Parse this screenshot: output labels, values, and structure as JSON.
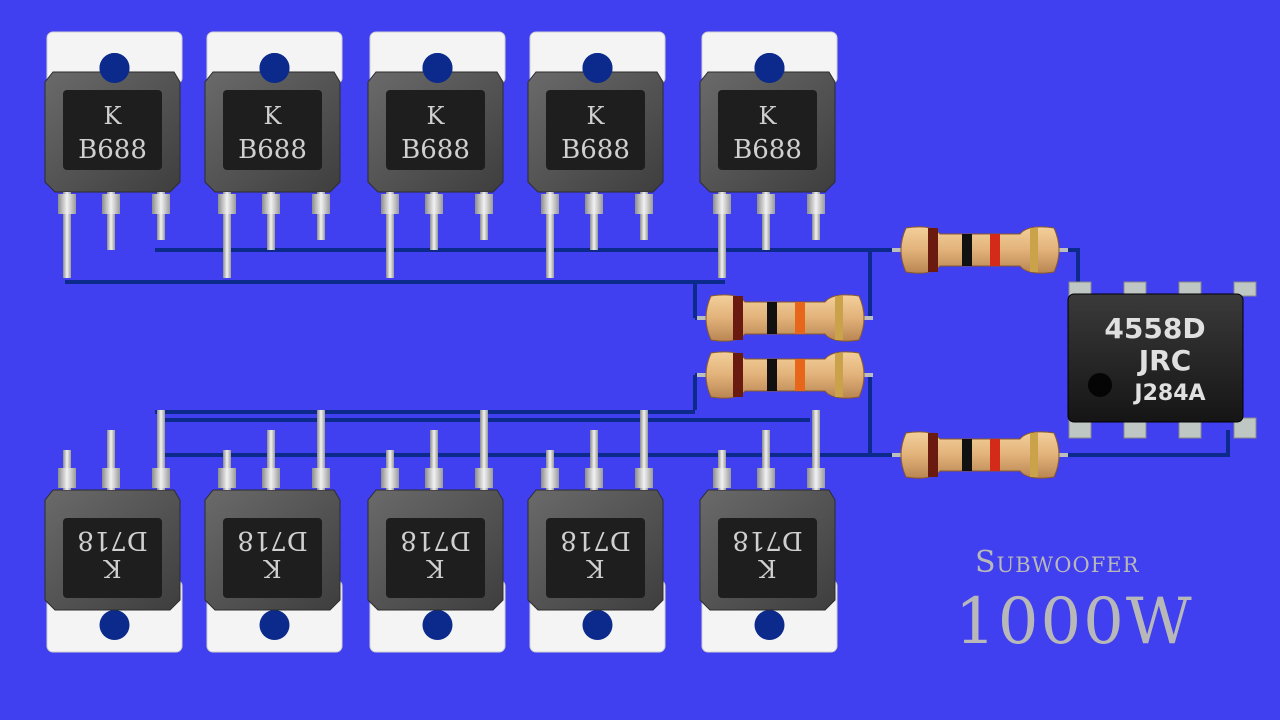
{
  "background_color": "#4040f0",
  "wire_color": "#0b2a8c",
  "top_transistors": [
    {
      "line1": "K",
      "line2": "B688"
    },
    {
      "line1": "K",
      "line2": "B688"
    },
    {
      "line1": "K",
      "line2": "B688"
    },
    {
      "line1": "K",
      "line2": "B688"
    },
    {
      "line1": "K",
      "line2": "B688"
    }
  ],
  "bottom_transistors": [
    {
      "line1": "K",
      "line2": "D718"
    },
    {
      "line1": "K",
      "line2": "D718"
    },
    {
      "line1": "K",
      "line2": "D718"
    },
    {
      "line1": "K",
      "line2": "D718"
    },
    {
      "line1": "K",
      "line2": "D718"
    }
  ],
  "ic": {
    "line1": "4558D",
    "line2": "JRC",
    "line3": "J284A"
  },
  "resistors": [
    {
      "id": "r-top",
      "bands": [
        "#6b1a10",
        "#111111",
        "#d42a1a"
      ]
    },
    {
      "id": "r-mid1",
      "bands": [
        "#6b1a10",
        "#111111",
        "#e8661a"
      ]
    },
    {
      "id": "r-mid2",
      "bands": [
        "#6b1a10",
        "#111111",
        "#e8661a"
      ]
    },
    {
      "id": "r-bottom",
      "bands": [
        "#6b1a10",
        "#111111",
        "#d42a1a"
      ]
    }
  ],
  "caption": {
    "subtitle": "Subwoofer",
    "title": "1000W"
  }
}
